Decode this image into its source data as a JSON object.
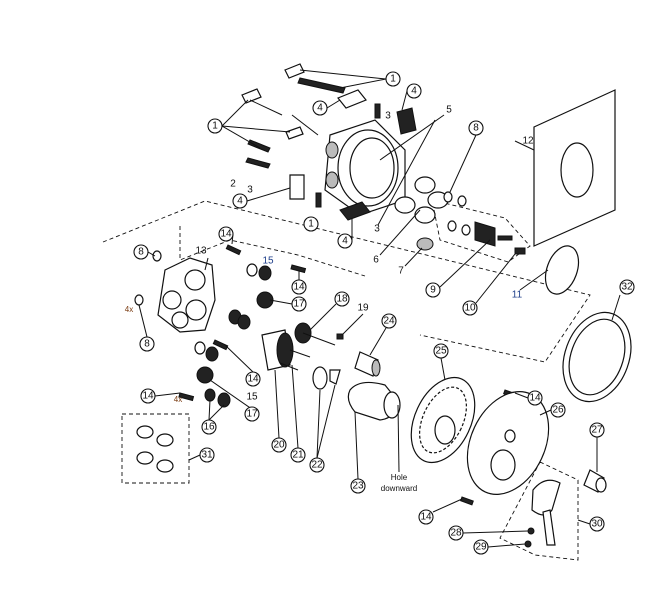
{
  "diagram": {
    "title": "Concealed shower mixer exploded parts view",
    "callouts": {
      "n1": "1",
      "n2": "2",
      "n3": "3",
      "n4": "4",
      "n5": "5",
      "n6": "6",
      "n7": "7",
      "n8": "8",
      "n9": "9",
      "n10": "10",
      "n11": "11",
      "n12": "12",
      "n13": "13",
      "n14": "14",
      "n15": "15",
      "n16": "16",
      "n17": "17",
      "n18": "18",
      "n19": "19",
      "n20": "20",
      "n21": "21",
      "n22": "22",
      "n23": "23",
      "n24": "24",
      "n25": "25",
      "n26": "26",
      "n27": "27",
      "n28": "28",
      "n29": "29",
      "n30": "30",
      "n31": "31",
      "n32": "32"
    },
    "quantity_note": "4x",
    "hole_note_line1": "Hole",
    "hole_note_line2": "downward"
  }
}
